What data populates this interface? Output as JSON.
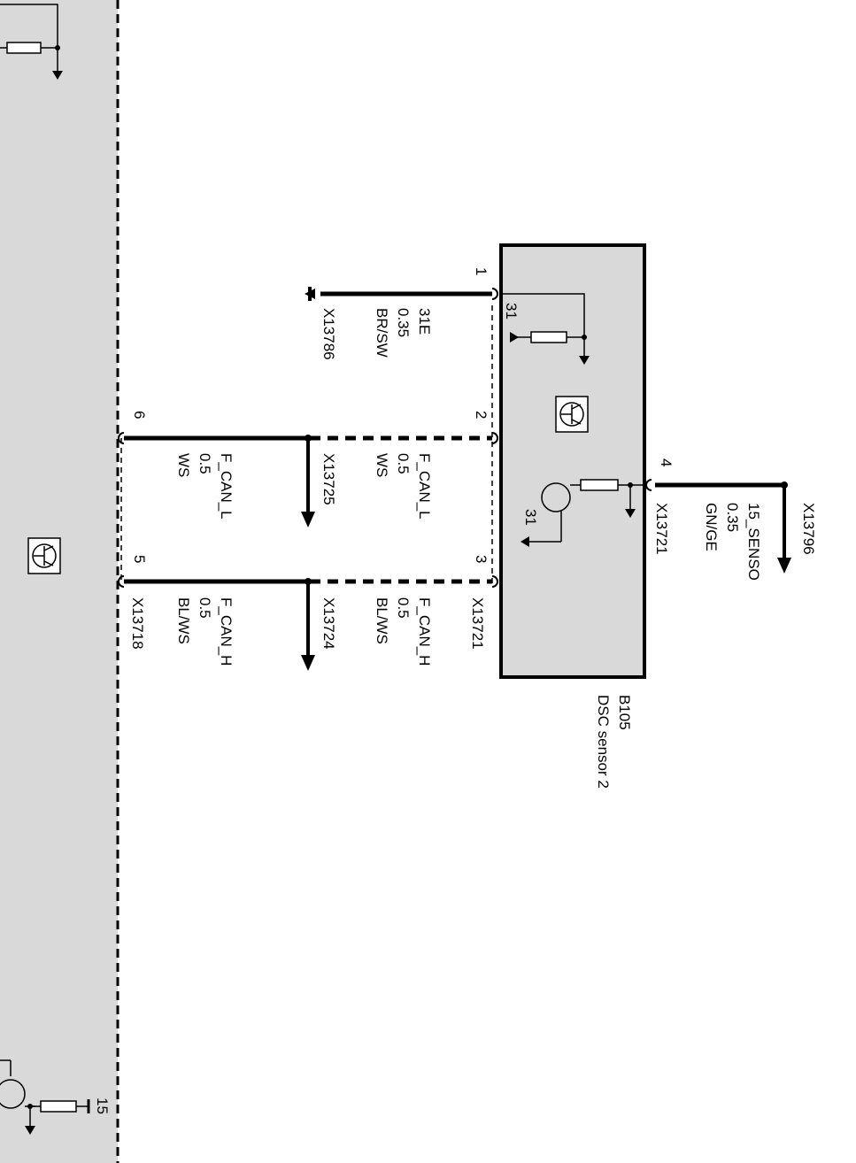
{
  "module": {
    "designation": "B105",
    "name": "DSC sensor 2"
  },
  "pins": {
    "p1": "1",
    "p2": "2",
    "p3": "3",
    "p4": "4",
    "p5": "5",
    "p6": "6",
    "ground_31_a": "31",
    "ground_31_b": "31",
    "terminal_15": "15"
  },
  "wires": {
    "ground": {
      "signal": "31E",
      "size": "0.35",
      "color": "BR/SW",
      "connector": "X13786"
    },
    "can_l_module": {
      "signal": "F_CAN_L",
      "size": "0.5",
      "color": "WS",
      "connector": "X13725"
    },
    "can_l_ecu": {
      "signal": "F_CAN_L",
      "size": "0.5",
      "color": "WS"
    },
    "can_h_module": {
      "signal": "F_CAN_H",
      "size": "0.5",
      "color": "BL/WS",
      "connector": "X13721"
    },
    "can_h_ecu": {
      "signal": "F_CAN_H",
      "size": "0.5",
      "color": "BL/WS",
      "connector": "X13718"
    },
    "can_h_splice": {
      "connector": "X13724"
    },
    "supply": {
      "signal": "15_SENSO",
      "size": "0.35",
      "color": "GN/GE",
      "connector": "X13721",
      "splice": "X13796"
    }
  },
  "colors": {
    "module_fill": "#d9d9d9",
    "line": "#000000"
  },
  "icons": [
    "transistor-icon",
    "resistor-icon",
    "ground-arrow-icon"
  ]
}
